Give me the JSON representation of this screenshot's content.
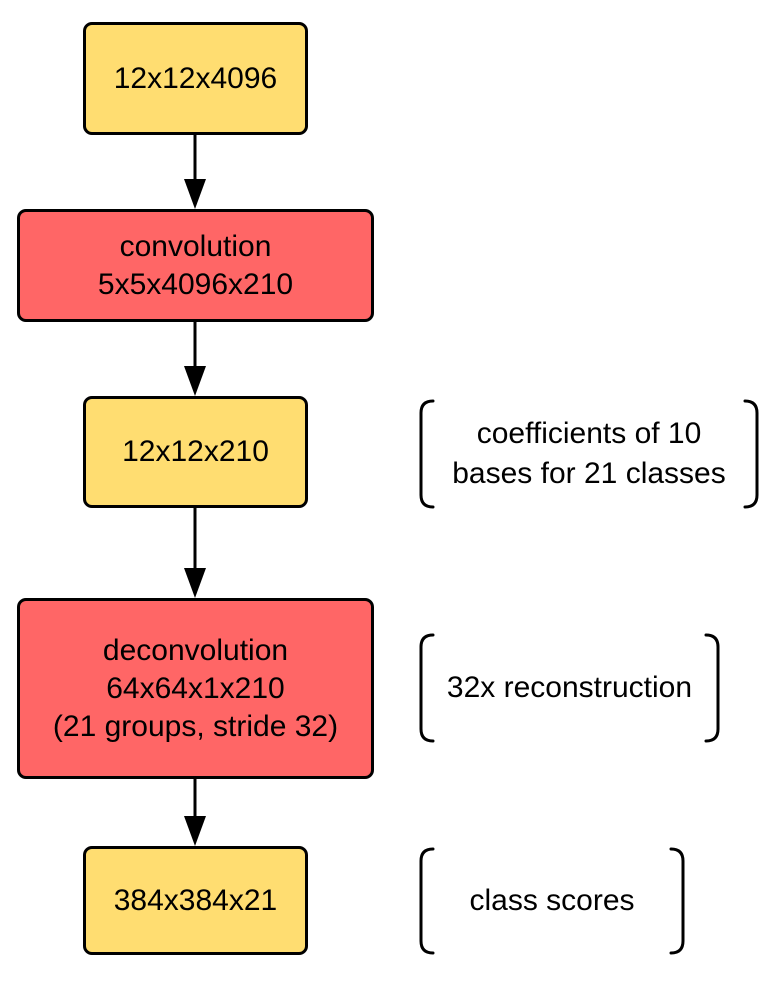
{
  "nodes": [
    {
      "id": "input",
      "lines": [
        "12x12x4096"
      ],
      "fill": "#FFDD71"
    },
    {
      "id": "conv",
      "lines": [
        "convolution",
        "5x5x4096x210"
      ],
      "fill": "#FF6666"
    },
    {
      "id": "coef",
      "lines": [
        "12x12x210"
      ],
      "fill": "#FFDD71"
    },
    {
      "id": "deconv",
      "lines": [
        "deconvolution",
        "64x64x1x210",
        "(21 groups, stride 32)"
      ],
      "fill": "#FF6666"
    },
    {
      "id": "output",
      "lines": [
        "384x384x21"
      ],
      "fill": "#FFDD71"
    }
  ],
  "annotations": [
    {
      "lines": [
        "coefficients of 10",
        "bases for 21 classes"
      ]
    },
    {
      "lines": [
        "32x reconstruction"
      ]
    },
    {
      "lines": [
        "class scores"
      ]
    }
  ],
  "edges": [
    {
      "from": "input",
      "to": "conv"
    },
    {
      "from": "conv",
      "to": "coef"
    },
    {
      "from": "coef",
      "to": "deconv"
    },
    {
      "from": "deconv",
      "to": "output"
    }
  ]
}
